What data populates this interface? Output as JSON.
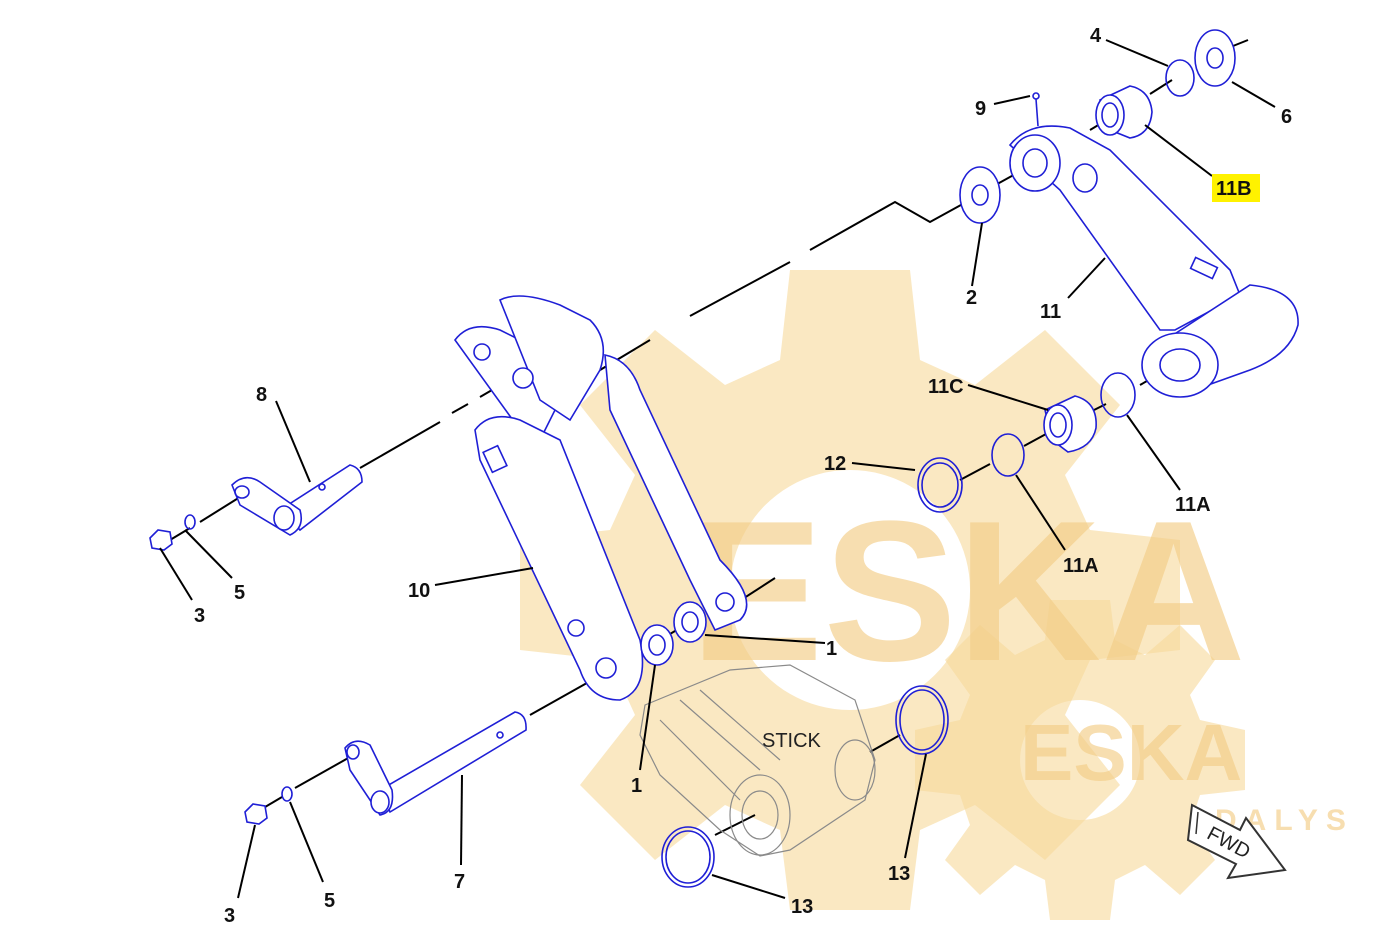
{
  "callouts": {
    "c1a": "1",
    "c1b": "1",
    "c2": "2",
    "c3a": "3",
    "c3b": "3",
    "c4": "4",
    "c5a": "5",
    "c5b": "5",
    "c6": "6",
    "c7": "7",
    "c8": "8",
    "c9": "9",
    "c10": "10",
    "c11": "11",
    "c11a1": "11A",
    "c11a2": "11A",
    "c11b": "11B",
    "c11c": "11C",
    "c12": "12",
    "c13a": "13",
    "c13b": "13"
  },
  "labels": {
    "stick": "STICK",
    "fwd": "FWD"
  },
  "highlight": {
    "callout": "11B",
    "color": "#fff200"
  },
  "watermark": {
    "brand": "ESKA",
    "sub": "DALYS",
    "color": "#f7d99a"
  },
  "colors": {
    "part_lines": "#1f1fd6",
    "background_part": "#8a8a8a"
  }
}
